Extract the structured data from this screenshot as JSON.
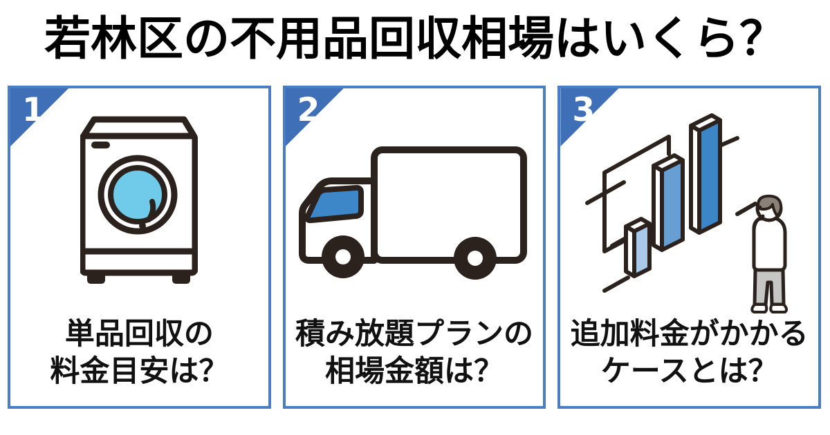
{
  "title": "若林区の不用品回収相場はいくら？",
  "colors": {
    "accent_blue": "#3f6fb7",
    "card_border_blue": "#4a7dc4",
    "outline_dark": "#2b211d",
    "washer_window_cyan": "#6fcbe9",
    "truck_window_blue": "#3d87c8",
    "bar_light_blue": "#a9c9e8",
    "bar_medium_blue": "#679fd3",
    "bar_dark_blue": "#3c85c6",
    "person_hair_gray": "#8a8178",
    "person_pants_gray": "#c6c6c4",
    "icon_white": "#ffffff"
  },
  "cards": [
    {
      "number": "1",
      "icon": "washing-machine-icon",
      "caption_line1": "単品回収の",
      "caption_line2": "料金目安は？"
    },
    {
      "number": "2",
      "icon": "truck-icon",
      "caption_line1": "積み放題プランの",
      "caption_line2": "相場金額は？"
    },
    {
      "number": "3",
      "icon": "bar-chart-person-icon",
      "caption_line1": "追加料金がかかる",
      "caption_line2": "ケースとは？"
    }
  ]
}
